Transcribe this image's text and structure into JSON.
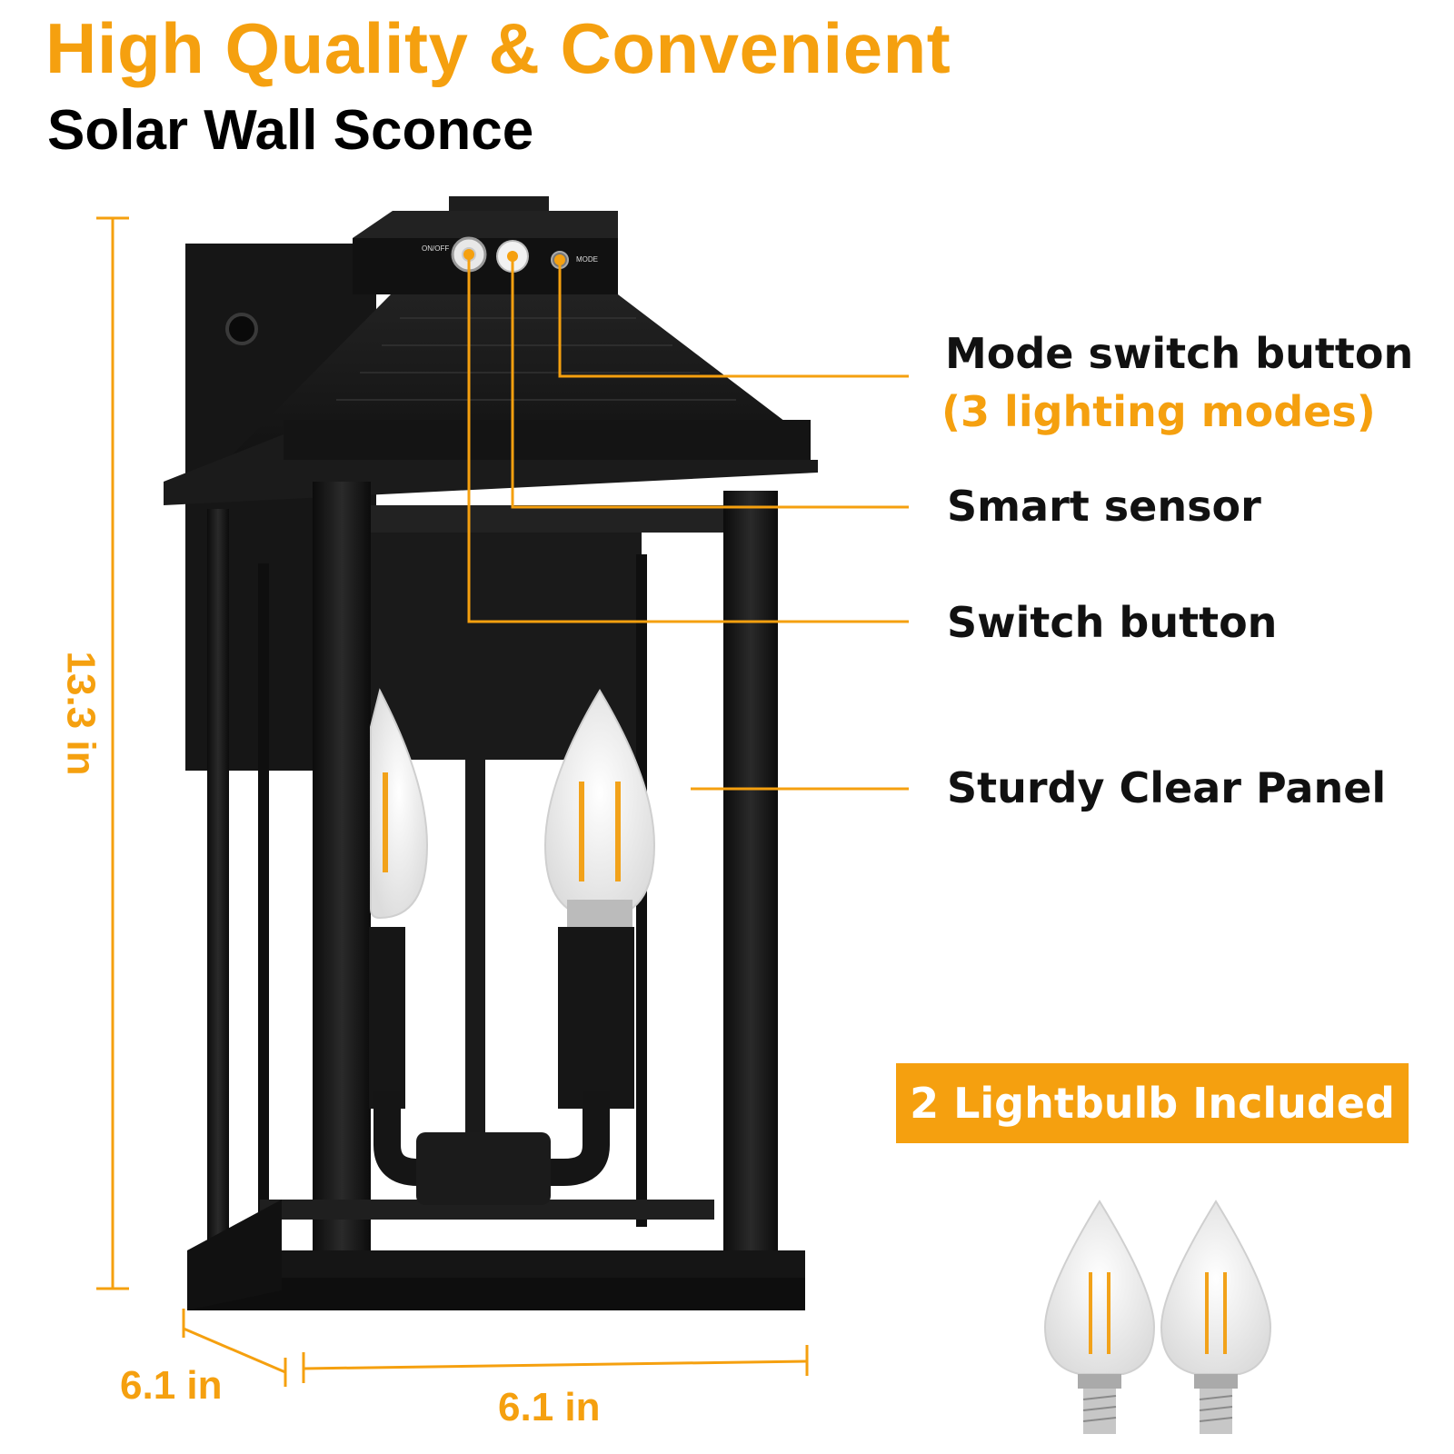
{
  "header": {
    "title": "High Quality & Convenient",
    "subtitle": "Solar Wall Sconce"
  },
  "product": {
    "button_labels": {
      "on_off": "ON/OFF",
      "mode": "MODE"
    }
  },
  "callouts": [
    {
      "label": "Mode switch button",
      "sublabel": "(3 lighting modes)"
    },
    {
      "label": "Smart sensor"
    },
    {
      "label": "Switch button"
    },
    {
      "label": "Sturdy Clear Panel"
    }
  ],
  "badge": {
    "label": "2 Lightbulb Included"
  },
  "dimensions": {
    "height": "13.3 in",
    "depth": "6.1 in",
    "width": "6.1 in"
  },
  "colors": {
    "accent": "#f5a00f",
    "fixture": "#1a1a1a",
    "text": "#111111"
  },
  "icons": [
    "wall-sconce-lantern",
    "candle-led-bulb",
    "pir-sensor",
    "solar-panel"
  ]
}
